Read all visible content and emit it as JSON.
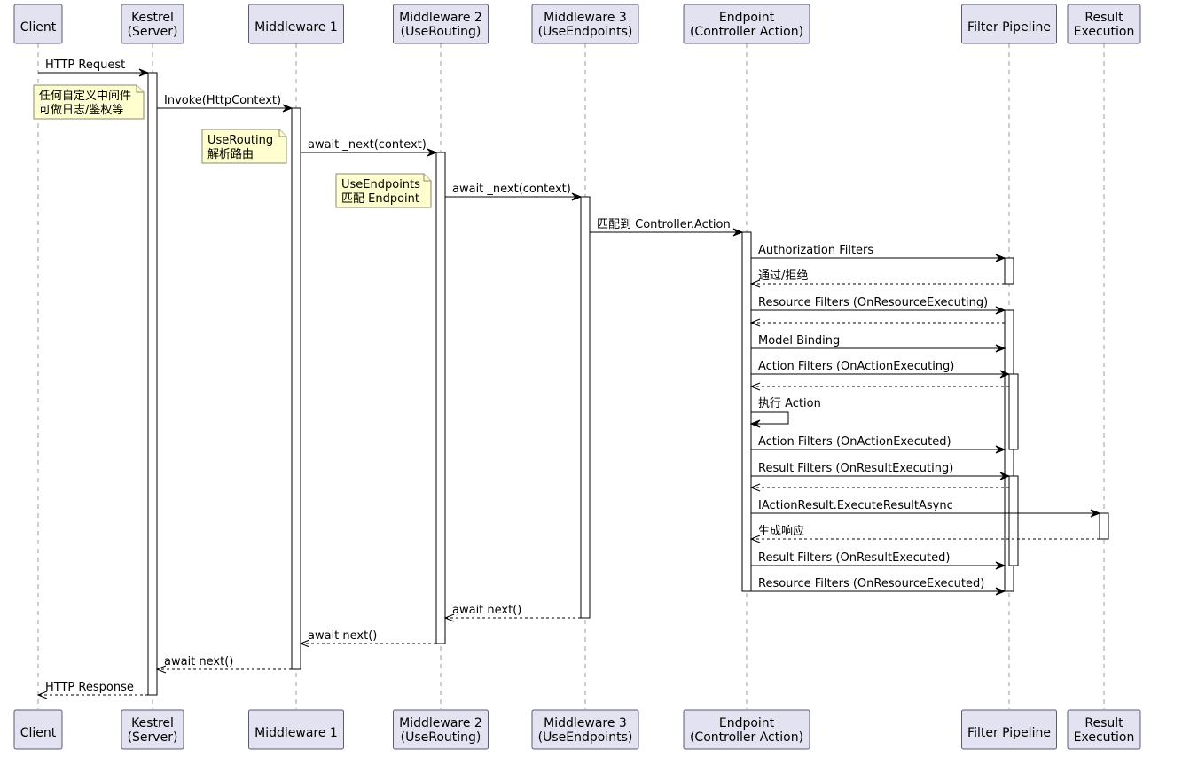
{
  "participants": [
    {
      "id": "client",
      "lines": [
        "Client"
      ]
    },
    {
      "id": "kestrel",
      "lines": [
        "Kestrel",
        "(Server)"
      ]
    },
    {
      "id": "mw1",
      "lines": [
        "Middleware 1"
      ]
    },
    {
      "id": "mw2",
      "lines": [
        "Middleware 2",
        "(UseRouting)"
      ]
    },
    {
      "id": "mw3",
      "lines": [
        "Middleware 3",
        "(UseEndpoints)"
      ]
    },
    {
      "id": "endpoint",
      "lines": [
        "Endpoint",
        "(Controller Action)"
      ]
    },
    {
      "id": "filter",
      "lines": [
        "Filter Pipeline"
      ]
    },
    {
      "id": "result",
      "lines": [
        "Result",
        "Execution"
      ]
    }
  ],
  "messages": [
    {
      "from": "client",
      "to": "kestrel",
      "label": "HTTP Request",
      "style": "sync"
    },
    {
      "from": "kestrel",
      "to": "mw1",
      "label": "Invoke(HttpContext)",
      "style": "sync"
    },
    {
      "from": "mw1",
      "to": "mw2",
      "label": "await _next(context)",
      "style": "sync"
    },
    {
      "from": "mw2",
      "to": "mw3",
      "label": "await _next(context)",
      "style": "sync"
    },
    {
      "from": "mw3",
      "to": "endpoint",
      "label": "匹配到 Controller.Action",
      "style": "sync"
    },
    {
      "from": "endpoint",
      "to": "filter",
      "label": "Authorization Filters",
      "style": "sync"
    },
    {
      "from": "filter",
      "to": "endpoint",
      "label": "通过/拒绝",
      "style": "return"
    },
    {
      "from": "endpoint",
      "to": "filter",
      "label": "Resource Filters  (OnResourceExecuting)",
      "style": "sync"
    },
    {
      "from": "filter",
      "to": "endpoint",
      "label": "",
      "style": "return"
    },
    {
      "from": "endpoint",
      "to": "filter",
      "label": "Model Binding",
      "style": "sync"
    },
    {
      "from": "endpoint",
      "to": "filter",
      "label": "Action Filters  (OnActionExecuting)",
      "style": "sync"
    },
    {
      "from": "filter",
      "to": "endpoint",
      "label": "",
      "style": "return"
    },
    {
      "from": "endpoint",
      "to": "endpoint",
      "label": "执行 Action",
      "style": "self"
    },
    {
      "from": "endpoint",
      "to": "filter",
      "label": "Action Filters  (OnActionExecuted)",
      "style": "sync"
    },
    {
      "from": "endpoint",
      "to": "filter",
      "label": "Result Filters  (OnResultExecuting)",
      "style": "sync"
    },
    {
      "from": "filter",
      "to": "endpoint",
      "label": "",
      "style": "return"
    },
    {
      "from": "endpoint",
      "to": "result",
      "label": "IActionResult.ExecuteResultAsync",
      "style": "sync"
    },
    {
      "from": "result",
      "to": "endpoint",
      "label": "生成响应",
      "style": "return"
    },
    {
      "from": "endpoint",
      "to": "filter",
      "label": "Result Filters  (OnResultExecuted)",
      "style": "sync"
    },
    {
      "from": "endpoint",
      "to": "filter",
      "label": "Resource Filters  (OnResourceExecuted)",
      "style": "sync"
    },
    {
      "from": "mw3",
      "to": "mw2",
      "label": "await next()",
      "style": "return"
    },
    {
      "from": "mw2",
      "to": "mw1",
      "label": "await next()",
      "style": "return"
    },
    {
      "from": "mw1",
      "to": "kestrel",
      "label": "await next()",
      "style": "return"
    },
    {
      "from": "kestrel",
      "to": "client",
      "label": "HTTP Response",
      "style": "return"
    }
  ],
  "notes": [
    {
      "lines": [
        "任何自定义中间件",
        "可做日志/鉴权等"
      ]
    },
    {
      "lines": [
        "UseRouting",
        "解析路由"
      ]
    },
    {
      "lines": [
        "UseEndpoints",
        "匹配 Endpoint"
      ]
    }
  ]
}
